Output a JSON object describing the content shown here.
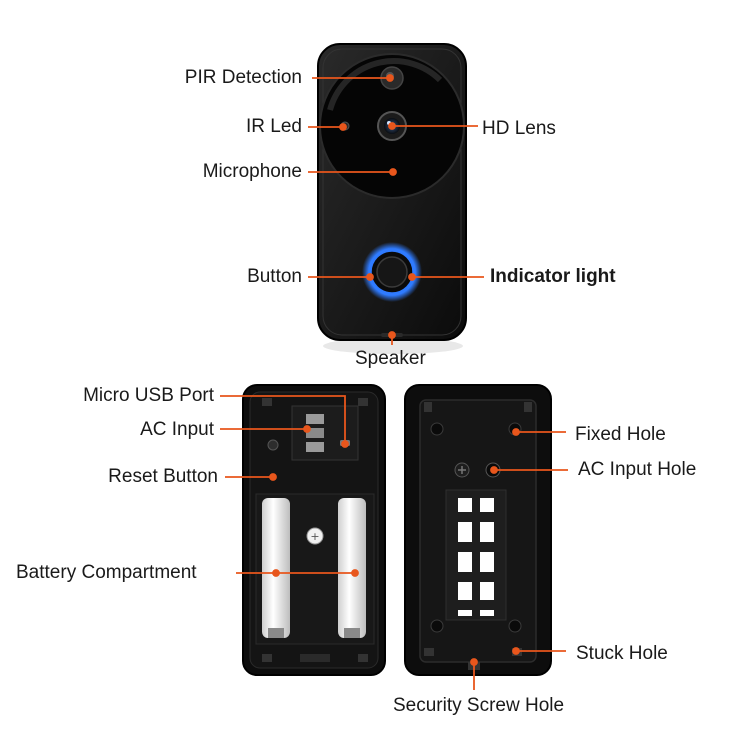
{
  "colors": {
    "leader": "#e8561c",
    "device_body": "#111111",
    "indicator_ring": "#2f7bff",
    "background": "#ffffff"
  },
  "front_labels": {
    "pir": "PIR Detection",
    "ir_led": "IR Led",
    "microphone": "Microphone",
    "button": "Button",
    "hd_lens": "HD Lens",
    "indicator_light": "Indicator light",
    "speaker": "Speaker"
  },
  "back_labels": {
    "micro_usb": "Micro USB Port",
    "ac_input": "AC Input",
    "reset_button": "Reset Button",
    "battery_compartment": "Battery Compartment"
  },
  "bracket_labels": {
    "fixed_hole": "Fixed Hole",
    "ac_input_hole": "AC Input Hole",
    "stuck_hole": "Stuck Hole",
    "security_screw_hole": "Security Screw Hole"
  }
}
